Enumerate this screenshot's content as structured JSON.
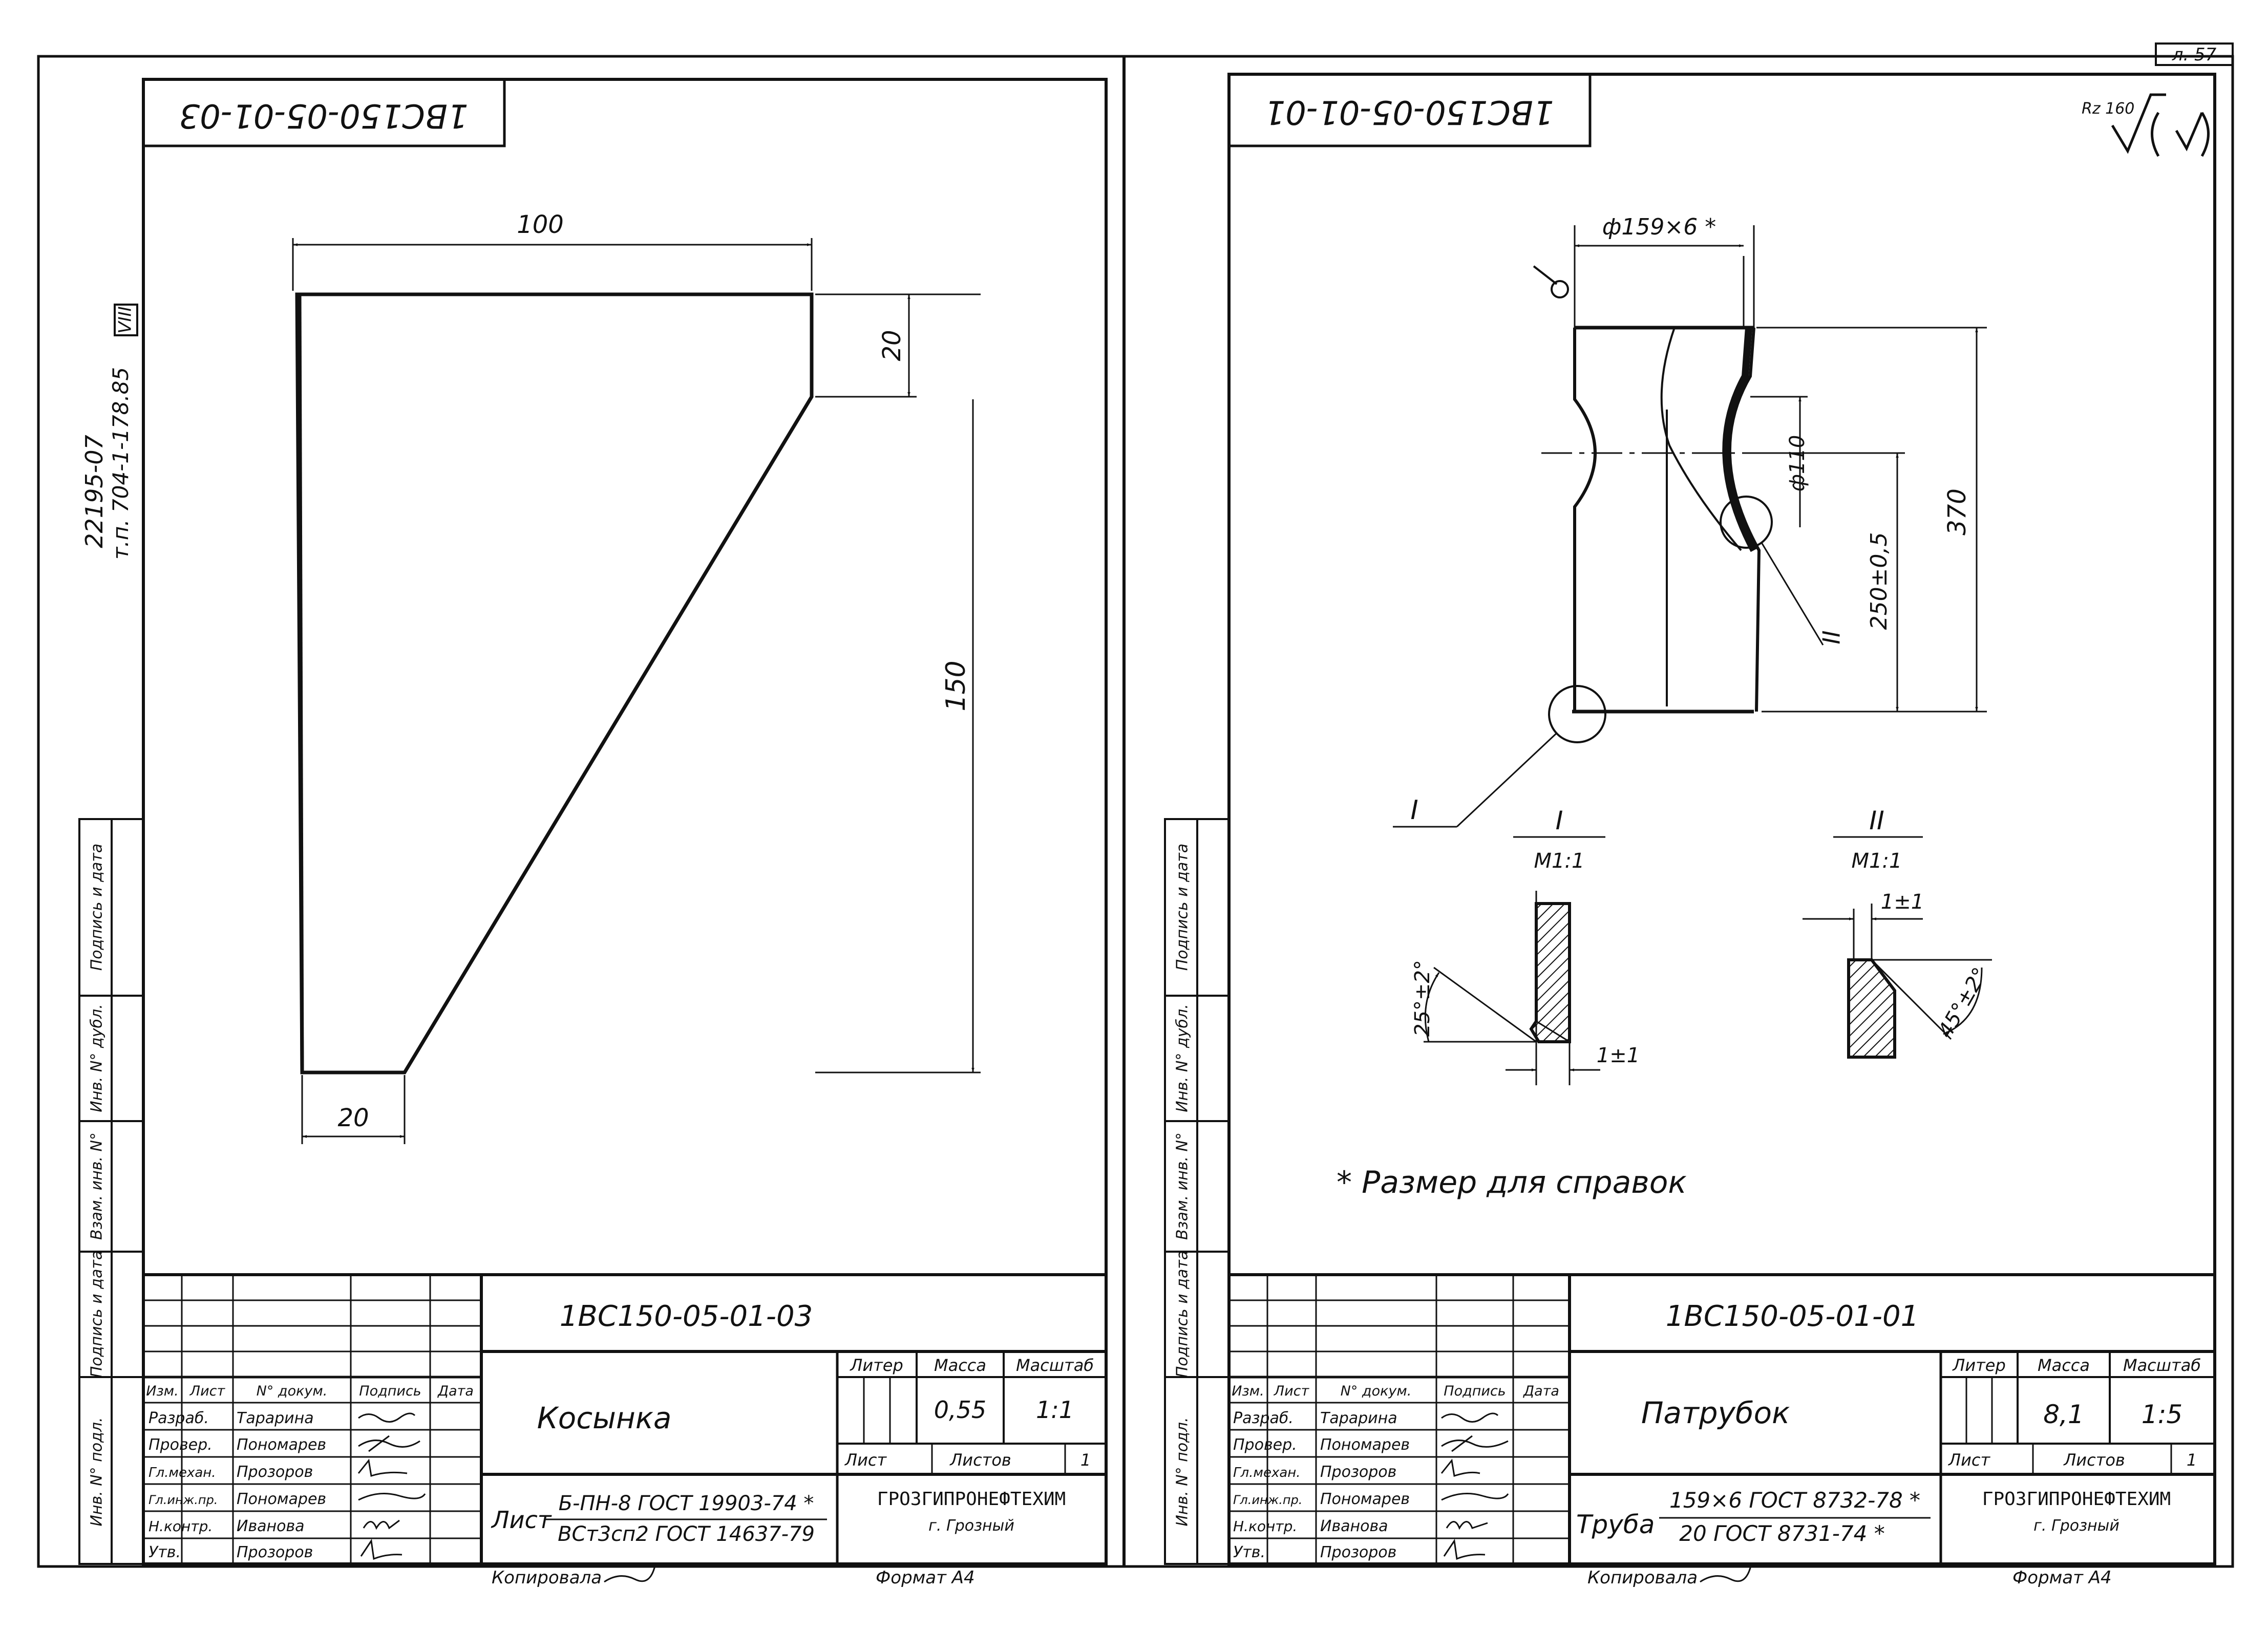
{
  "page_ref": "л. 57",
  "left_sheet": {
    "code_stamp": "1ВС150-05-01-03",
    "margin_note_line1": "22195-07",
    "margin_note_line2": "т.п. 704-1-178.85",
    "margin_note_box": "VIII",
    "dims": {
      "width_top": "100",
      "notch_height": "20",
      "height": "150",
      "width_bottom": "20"
    },
    "title_block": {
      "designation": "1ВС150-05-01-03",
      "name": "Косынка",
      "col_izm": "Изм.",
      "col_list": "Лист",
      "col_doc": "N° докум.",
      "col_sign": "Подпись",
      "col_date": "Дата",
      "roles": [
        "Разраб.",
        "Провер.",
        "Гл.механ.",
        "Гл.инж.пр.",
        "Н.контр.",
        "Утв."
      ],
      "people": [
        "Тарарина",
        "Пономарев",
        "Прозоров",
        "Пономарев",
        "Иванова",
        "Прозоров"
      ],
      "litera_label": "Литер",
      "mass_label": "Масса",
      "scale_label": "Масштаб",
      "mass": "0,55",
      "scale": "1:1",
      "sheet_label": "Лист",
      "sheets_label": "Листов",
      "sheets": "1",
      "material_prefix": "Лист",
      "material_top": "Б-ПН-8 ГОСТ 19903-74 *",
      "material_bottom": "ВСт3сп2 ГОСТ 14637-79",
      "org": "ГРОЗГИПРОНЕФТЕХИМ",
      "city": "г. Грозный"
    },
    "side_labels": [
      "Инв. N° подл.",
      "Подпись и дата",
      "Взам. инв. N°",
      "Инв. N° дубл.",
      "Подпись и дата"
    ],
    "copied": "Копировала",
    "format": "Формат А4"
  },
  "right_sheet": {
    "code_stamp": "1ВС150-05-01-01",
    "roughness": "Rz 160",
    "dims": {
      "diameter": "ф159×6 *",
      "hole": "ф110",
      "height": "370",
      "position": "250±0,5"
    },
    "callout_1": "I",
    "callout_2": "II",
    "detail_1": {
      "title": "I",
      "scale": "М1:1",
      "angle": "25°±2°",
      "gap": "1±1"
    },
    "detail_2": {
      "title": "II",
      "scale": "М1:1",
      "angle": "45°±2°",
      "gap": "1±1"
    },
    "note": "* Размер для справок",
    "title_block": {
      "designation": "1ВС150-05-01-01",
      "name": "Патрубок",
      "col_izm": "Изм.",
      "col_list": "Лист",
      "col_doc": "N° докум.",
      "col_sign": "Подпись",
      "col_date": "Дата",
      "roles": [
        "Разраб.",
        "Провер.",
        "Гл.механ.",
        "Гл.инж.пр.",
        "Н.контр.",
        "Утв."
      ],
      "people": [
        "Тарарина",
        "Пономарев",
        "Прозоров",
        "Пономарев",
        "Иванова",
        "Прозоров"
      ],
      "litera_label": "Литер",
      "mass_label": "Масса",
      "scale_label": "Масштаб",
      "mass": "8,1",
      "scale": "1:5",
      "sheet_label": "Лист",
      "sheets_label": "Листов",
      "sheets": "1",
      "material_prefix": "Труба",
      "material_top": "159×6 ГОСТ 8732-78 *",
      "material_bottom": "20 ГОСТ 8731-74 *",
      "org": "ГРОЗГИПРОНЕФТЕХИМ",
      "city": "г. Грозный"
    },
    "side_labels": [
      "Инв. N° подл.",
      "Подпись и дата",
      "Взам. инв. N°",
      "Инв. N° дубл.",
      "Подпись и дата"
    ],
    "copied": "Копировала",
    "format": "Формат А4"
  }
}
